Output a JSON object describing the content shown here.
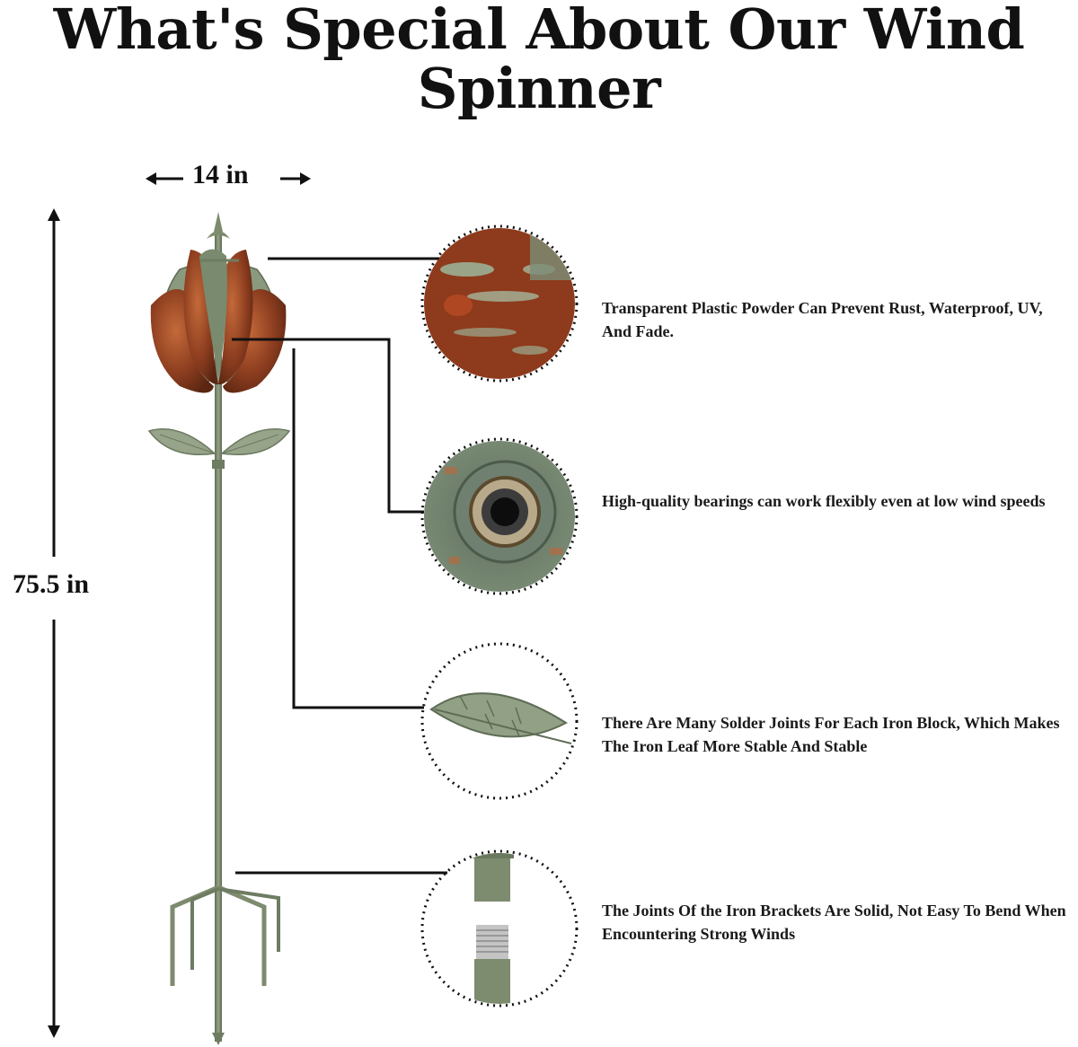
{
  "title": "What's Special About Our Wind Spinner",
  "dimensions": {
    "width": "14 in",
    "height": "75.5 in"
  },
  "features": [
    {
      "text": "Transparent Plastic Powder Can Prevent Rust, Waterproof, UV, And Fade."
    },
    {
      "text": "High-quality bearings can work flexibly even at low wind speeds"
    },
    {
      "text": "There Are Many Solder Joints For Each Iron Block, Which Makes The Iron Leaf More Stable And Stable"
    },
    {
      "text": "The Joints Of the Iron Brackets Are Solid, Not Easy To Bend When Encountering Strong Winds"
    }
  ],
  "colors": {
    "stem_green": "#7d8b6e",
    "petal_copper": "#a0522d",
    "leaf_green": "#93a085"
  }
}
